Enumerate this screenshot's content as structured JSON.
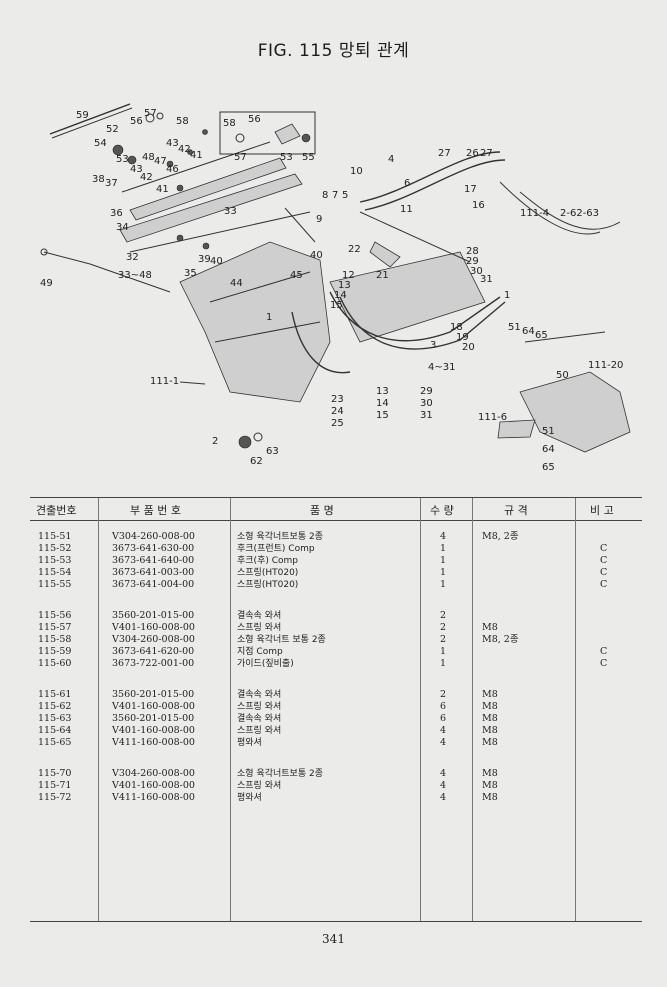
{
  "page": {
    "title": "FIG. 115 망퇴 관계",
    "page_number": "341"
  },
  "diagram": {
    "callouts": [
      "59",
      "52",
      "54",
      "53",
      "56",
      "57",
      "58",
      "58",
      "56",
      "57",
      "53",
      "55",
      "43",
      "42",
      "41",
      "48",
      "47",
      "46",
      "43",
      "42",
      "41",
      "38",
      "37",
      "36",
      "34",
      "33",
      "32",
      "33~48",
      "35",
      "39",
      "40",
      "40",
      "44",
      "45",
      "49",
      "10",
      "8",
      "7",
      "5",
      "6",
      "9",
      "4",
      "27",
      "26",
      "27",
      "17",
      "16",
      "111-4",
      "2-62-63",
      "11",
      "22",
      "28",
      "29",
      "30",
      "31",
      "1",
      "21",
      "12",
      "13",
      "14",
      "15",
      "1",
      "18",
      "19",
      "20",
      "3",
      "4~31",
      "51",
      "64",
      "65",
      "111-20",
      "50",
      "111-1",
      "23",
      "24",
      "25",
      "13",
      "14",
      "15",
      "29",
      "30",
      "31",
      "111-6",
      "51",
      "64",
      "65",
      "2",
      "63",
      "62"
    ]
  },
  "table": {
    "headers": {
      "no": "견출번호",
      "part": "부 품 번 호",
      "name": "품 명",
      "qty": "수 량",
      "spec": "규 격",
      "note": "비 고"
    },
    "groups": [
      [
        {
          "no": "115-51",
          "part": "V304-260-008-00",
          "name": "소형 육각너트보통 2종",
          "qty": "4",
          "spec": "M8, 2종",
          "note": ""
        },
        {
          "no": "115-52",
          "part": "3673-641-630-00",
          "name": "후크(프런트) Comp",
          "qty": "1",
          "spec": "",
          "note": "C"
        },
        {
          "no": "115-53",
          "part": "3673-641-640-00",
          "name": "후크(후) Comp",
          "qty": "1",
          "spec": "",
          "note": "C"
        },
        {
          "no": "115-54",
          "part": "3673-641-003-00",
          "name": "스프링(HT020)",
          "qty": "1",
          "spec": "",
          "note": "C"
        },
        {
          "no": "115-55",
          "part": "3673-641-004-00",
          "name": "스프링(HT020)",
          "qty": "1",
          "spec": "",
          "note": "C"
        }
      ],
      [
        {
          "no": "115-56",
          "part": "3560-201-015-00",
          "name": "결속속 와셔",
          "qty": "2",
          "spec": "",
          "note": ""
        },
        {
          "no": "115-57",
          "part": "V401-160-008-00",
          "name": "스프링 와셔",
          "qty": "2",
          "spec": "M8",
          "note": ""
        },
        {
          "no": "115-58",
          "part": "V304-260-008-00",
          "name": "소형 육각너트 보통 2종",
          "qty": "2",
          "spec": "M8, 2종",
          "note": ""
        },
        {
          "no": "115-59",
          "part": "3673-641-620-00",
          "name": "지점 Comp",
          "qty": "1",
          "spec": "",
          "note": "C"
        },
        {
          "no": "115-60",
          "part": "3673-722-001-00",
          "name": "가이드(짚비출)",
          "qty": "1",
          "spec": "",
          "note": "C"
        }
      ],
      [
        {
          "no": "115-61",
          "part": "3560-201-015-00",
          "name": "결속속 와셔",
          "qty": "2",
          "spec": "M8",
          "note": ""
        },
        {
          "no": "115-62",
          "part": "V401-160-008-00",
          "name": "스프링 와셔",
          "qty": "6",
          "spec": "M8",
          "note": ""
        },
        {
          "no": "115-63",
          "part": "3560-201-015-00",
          "name": "결속속 와셔",
          "qty": "6",
          "spec": "M8",
          "note": ""
        },
        {
          "no": "115-64",
          "part": "V401-160-008-00",
          "name": "스프링 와셔",
          "qty": "4",
          "spec": "M8",
          "note": ""
        },
        {
          "no": "115-65",
          "part": "V411-160-008-00",
          "name": "평와셔",
          "qty": "4",
          "spec": "M8",
          "note": ""
        }
      ],
      [
        {
          "no": "115-70",
          "part": "V304-260-008-00",
          "name": "소형 육각너트보통 2종",
          "qty": "4",
          "spec": "M8",
          "note": ""
        },
        {
          "no": "115-71",
          "part": "V401-160-008-00",
          "name": "스프링 와셔",
          "qty": "4",
          "spec": "M8",
          "note": ""
        },
        {
          "no": "115-72",
          "part": "V411-160-008-00",
          "name": "평와셔",
          "qty": "4",
          "spec": "M8",
          "note": ""
        }
      ]
    ]
  }
}
